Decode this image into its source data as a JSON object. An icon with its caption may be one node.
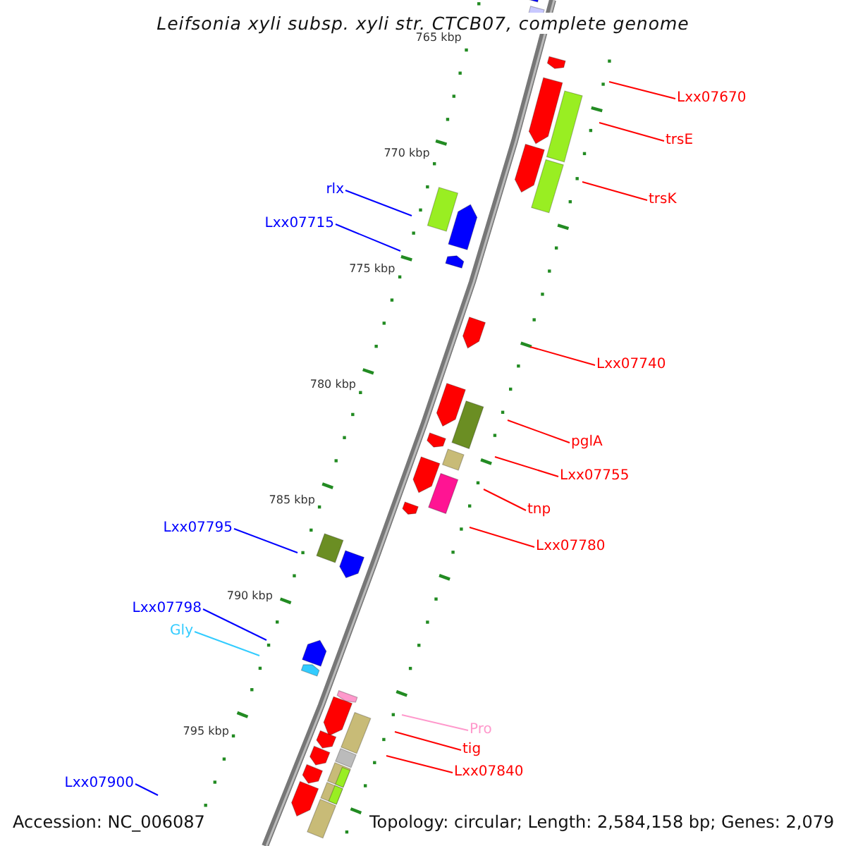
{
  "diagram": {
    "title": "Leifsonia xyli subsp. xyli str. CTCB07, complete genome",
    "nodes": [
      {
        "text": [
          "Lxx07670"
        ]
      },
      {
        "text": [
          "trsE"
        ]
      },
      {
        "text": [
          "trsK"
        ]
      },
      {
        "text": [
          "rlx"
        ]
      },
      {
        "text": [
          "Lxx07715"
        ]
      },
      {
        "text": [
          "Lxx07740"
        ]
      },
      {
        "text": [
          "pglA"
        ]
      },
      {
        "text": [
          "Lxx07755"
        ]
      },
      {
        "text": [
          "tnp"
        ]
      },
      {
        "text": [
          "Lxx07780"
        ]
      },
      {
        "text": [
          "Lxx07795"
        ]
      },
      {
        "text": [
          "Lxx07798"
        ]
      },
      {
        "text": [
          "Gly"
        ]
      },
      {
        "text": [
          "Pro"
        ]
      },
      {
        "text": [
          "tig"
        ]
      },
      {
        "text": [
          "Lxx07840"
        ]
      },
      {
        "text": [
          "Lxx07900"
        ]
      }
    ],
    "edges": [
      {
        "from": 0,
        "to": null,
        "arrow": "none"
      },
      {
        "from": 1,
        "to": null,
        "arrow": "none"
      },
      {
        "from": 2,
        "to": null,
        "arrow": "none"
      },
      {
        "from": 3,
        "to": null,
        "arrow": "none",
        "color": "#0000ff"
      },
      {
        "from": 4,
        "to": null,
        "arrow": "none",
        "color": "#0000ff"
      },
      {
        "from": 5,
        "to": null,
        "arrow": "none"
      },
      {
        "from": 6,
        "to": null,
        "arrow": "none"
      },
      {
        "from": 7,
        "to": null,
        "arrow": "none"
      },
      {
        "from": 8,
        "to": null,
        "arrow": "none"
      },
      {
        "from": 9,
        "to": null,
        "arrow": "none"
      },
      {
        "from": 10,
        "to": null,
        "arrow": "none",
        "color": "#0000ff"
      },
      {
        "from": 11,
        "to": null,
        "arrow": "none",
        "color": "#0000ff"
      },
      {
        "from": 12,
        "to": null,
        "arrow": "none",
        "color": "#33ccff"
      },
      {
        "from": 13,
        "to": null,
        "arrow": "none",
        "color": "#ff99cc"
      },
      {
        "from": 14,
        "to": null,
        "arrow": "none"
      },
      {
        "from": 15,
        "to": null,
        "arrow": "none"
      },
      {
        "from": 16,
        "to": null,
        "arrow": "none",
        "color": "#0000ff"
      }
    ],
    "labels": [
      "765 kbp",
      "770 kbp",
      "775 kbp",
      "780 kbp",
      "785 kbp",
      "790 kbp",
      "795 kbp",
      "Accession: NC_006087",
      "Topology: circular; Length: 2,584,158 bp; Genes: 2,079"
    ]
  }
}
